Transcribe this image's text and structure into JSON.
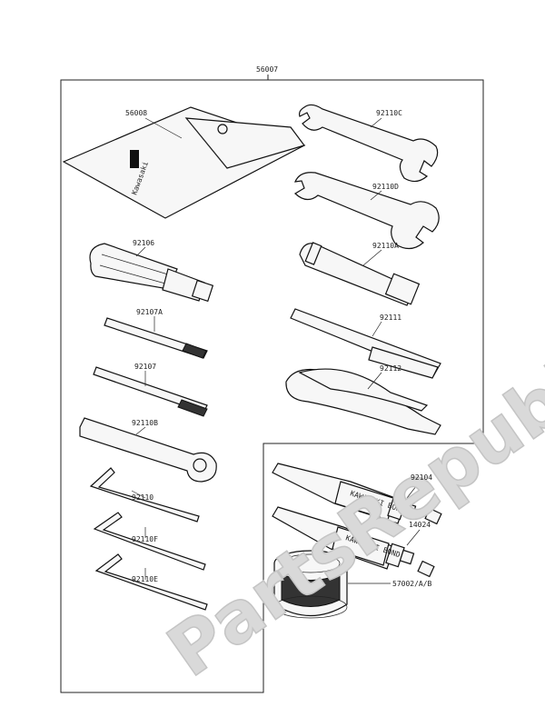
{
  "watermark": {
    "text": "PartsRepublik"
  },
  "labels": {
    "kit": "56007",
    "bag": "56008",
    "spanner_c": "92110C",
    "spanner_d": "92110D",
    "handle": "92106",
    "plug_wrench": "92110A",
    "driver_a": "92107A",
    "extension": "92111",
    "driver": "92107",
    "pliers": "92112",
    "bar_wrench": "92110B",
    "hex_1": "92110",
    "hex_f": "92110F",
    "hex_e": "92110E",
    "bond_1": "92104",
    "bond_2": "14024",
    "grease": "57002/A/B"
  },
  "product_text": {
    "brand": "Kawasaki",
    "tube_text": "KAWASAKI BOND"
  }
}
